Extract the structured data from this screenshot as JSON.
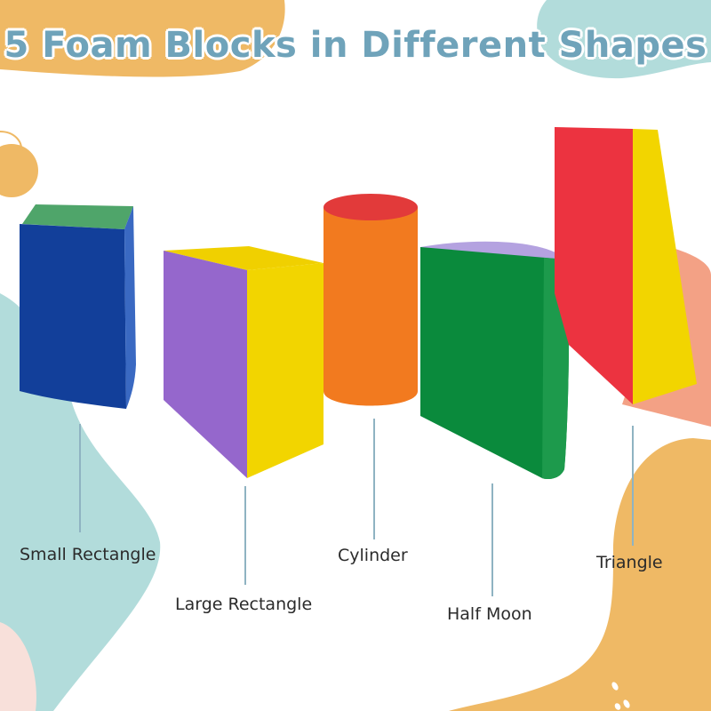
{
  "title": "5 Foam Blocks in Different Shapes",
  "colors": {
    "title": "#6fa3ba",
    "blob_orange": "#efb965",
    "blob_teal": "#b2dcdb",
    "blob_salmon": "#f3a185",
    "blob_pink": "#f8e0da"
  },
  "blocks": [
    {
      "name": "Small Rectangle",
      "front_color": "#123f9a",
      "top_color": "#4fa56a"
    },
    {
      "name": "Large Rectangle",
      "side_color": "#9567cc",
      "front_color": "#f2d500"
    },
    {
      "name": "Cylinder",
      "body_color": "#f27a1f",
      "top_color": "#e23a3a"
    },
    {
      "name": "Half Moon",
      "body_color": "#0a8a3c",
      "top_color": "#b4a2e0"
    },
    {
      "name": "Triangle",
      "front_color": "#ec3340",
      "side_color": "#f2d500"
    }
  ]
}
